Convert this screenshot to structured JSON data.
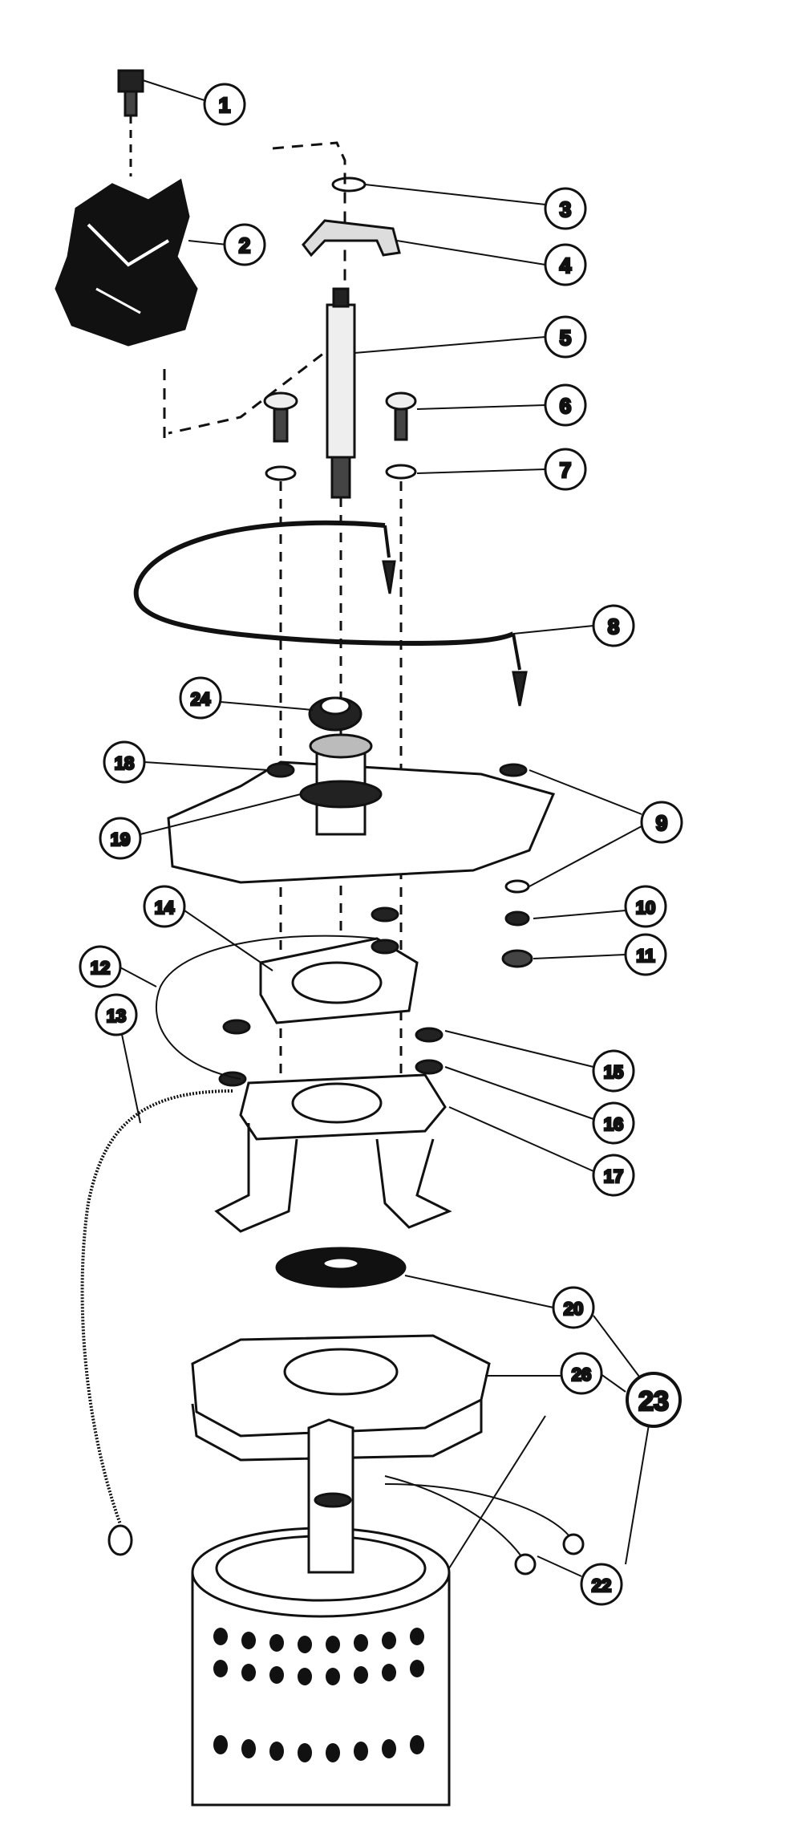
{
  "diagram": {
    "callouts": [
      {
        "id": "1",
        "label": "1"
      },
      {
        "id": "2",
        "label": "2"
      },
      {
        "id": "3",
        "label": "3"
      },
      {
        "id": "4",
        "label": "4"
      },
      {
        "id": "5",
        "label": "5"
      },
      {
        "id": "6",
        "label": "6"
      },
      {
        "id": "7",
        "label": "7"
      },
      {
        "id": "8",
        "label": "8"
      },
      {
        "id": "24",
        "label": "24"
      },
      {
        "id": "18",
        "label": "18"
      },
      {
        "id": "9",
        "label": "9"
      },
      {
        "id": "19",
        "label": "19"
      },
      {
        "id": "10",
        "label": "10"
      },
      {
        "id": "11",
        "label": "11"
      },
      {
        "id": "14",
        "label": "14"
      },
      {
        "id": "12",
        "label": "12"
      },
      {
        "id": "13",
        "label": "13"
      },
      {
        "id": "15",
        "label": "15"
      },
      {
        "id": "16",
        "label": "16"
      },
      {
        "id": "17",
        "label": "17"
      },
      {
        "id": "20",
        "label": "20"
      },
      {
        "id": "26",
        "label": "26"
      },
      {
        "id": "23",
        "label": "23"
      },
      {
        "id": "22",
        "label": "22"
      }
    ]
  },
  "colors": {
    "ink": "#111111",
    "paper": "#ffffff"
  }
}
